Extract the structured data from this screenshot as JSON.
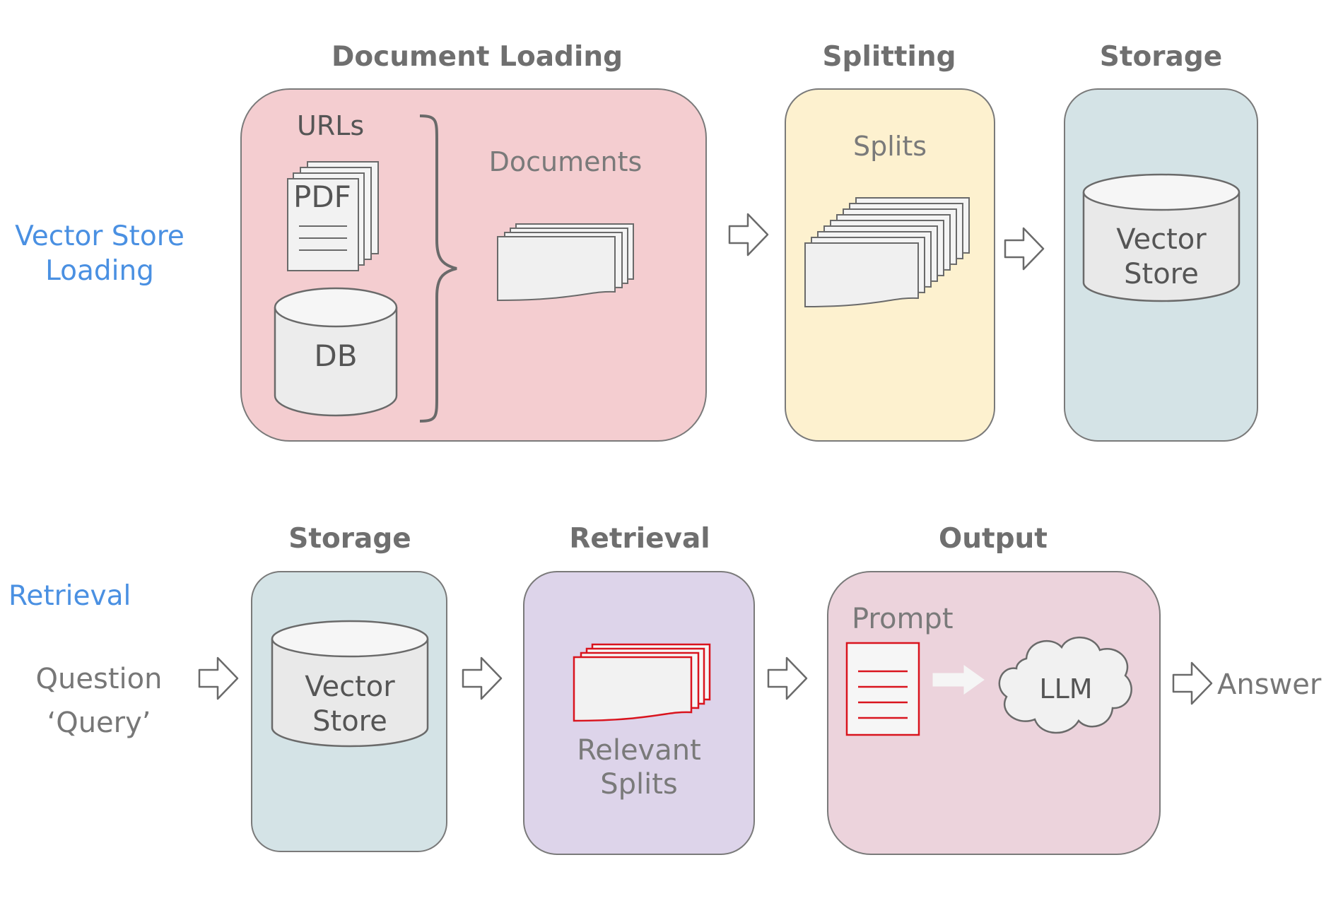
{
  "rows": {
    "loading": {
      "label_line1": "Vector Store",
      "label_line2": "Loading"
    },
    "retrieval": {
      "label": "Retrieval"
    }
  },
  "stages": {
    "document_loading": {
      "title": "Document Loading",
      "color": "#f4cdd0",
      "urls_label": "URLs",
      "pdf_label": "PDF",
      "db_label": "DB",
      "documents_label": "Documents"
    },
    "splitting": {
      "title": "Splitting",
      "color": "#fdf1cf",
      "splits_label": "Splits"
    },
    "storage_top": {
      "title": "Storage",
      "color": "#d4e3e6",
      "store_line1": "Vector",
      "store_line2": "Store"
    },
    "storage_bottom": {
      "title": "Storage",
      "color": "#d4e3e6",
      "store_line1": "Vector",
      "store_line2": "Store"
    },
    "retrieval": {
      "title": "Retrieval",
      "color": "#ddd4ea",
      "relevant_line1": "Relevant",
      "relevant_line2": "Splits"
    },
    "output": {
      "title": "Output",
      "color": "#ecd3dc",
      "prompt_label": "Prompt",
      "llm_label": "LLM"
    }
  },
  "query": {
    "line1": "Question",
    "line2": "‘Query’"
  },
  "answer": {
    "label": "Answer"
  },
  "colors": {
    "accent_blue": "#4a90e2",
    "highlight_red": "#d9141e",
    "outline_gray": "#7a7a7a"
  },
  "icons": [
    "pdf-icon",
    "database-icon",
    "document-stack-icon",
    "splits-stack-icon",
    "vector-store-icon",
    "relevant-splits-icon",
    "prompt-icon",
    "llm-cloud-icon",
    "arrow-right-icon"
  ]
}
